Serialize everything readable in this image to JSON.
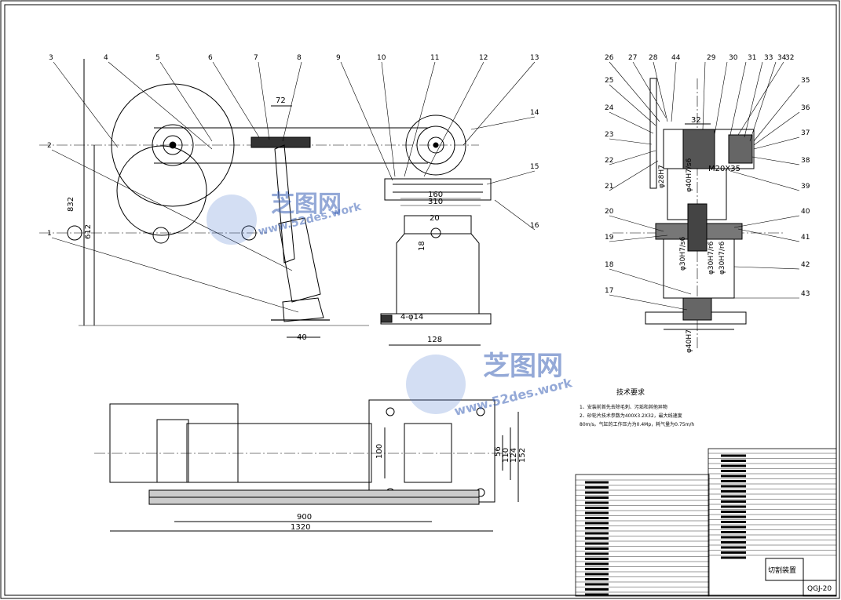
{
  "title_block": {
    "drawing_name": "切割装置",
    "drawing_code": "QGJ-20"
  },
  "tech_requirements": {
    "heading": "技术要求",
    "items": [
      "1、安装前首先去除毛刺、污垢和其他异物",
      "2、砂轮片技术参数为400X3.2X32，最大线速度",
      "80m/s。气缸的工作压力为0.4Mp，耗气量为0.75m/h"
    ]
  },
  "watermark": {
    "brand": "芝图网",
    "url": "www.52des.work"
  },
  "part_labels": [
    "1",
    "2",
    "3",
    "4",
    "5",
    "6",
    "7",
    "8",
    "9",
    "10",
    "11",
    "12",
    "13",
    "14",
    "15",
    "16",
    "17",
    "18",
    "19",
    "20",
    "21",
    "22",
    "23",
    "24",
    "25",
    "26",
    "27",
    "28",
    "29",
    "30",
    "31",
    "32",
    "33",
    "34",
    "35",
    "36",
    "37",
    "38",
    "39",
    "40",
    "41",
    "42",
    "43",
    "44"
  ],
  "dimensions": {
    "front": {
      "d832": "832",
      "d612": "612",
      "d72": "72",
      "d40": "40",
      "d128": "128",
      "d160": "160",
      "d310": "310",
      "d20": "20",
      "d18": "18",
      "holes": "4-φ14"
    },
    "side": {
      "d32": "32",
      "m": "M20X35",
      "fit1": "φ30H7/s6",
      "fit2": "φ30H7/r6",
      "fit3": "φ30H7/r6",
      "fit4": "φ40H7/s6",
      "fit5": "φ28H7",
      "fit6": "φ40H7"
    },
    "plan": {
      "d900": "900",
      "d1320": "1320",
      "d100": "100",
      "d56": "56",
      "d110": "110",
      "d124": "124",
      "d152": "152"
    }
  }
}
